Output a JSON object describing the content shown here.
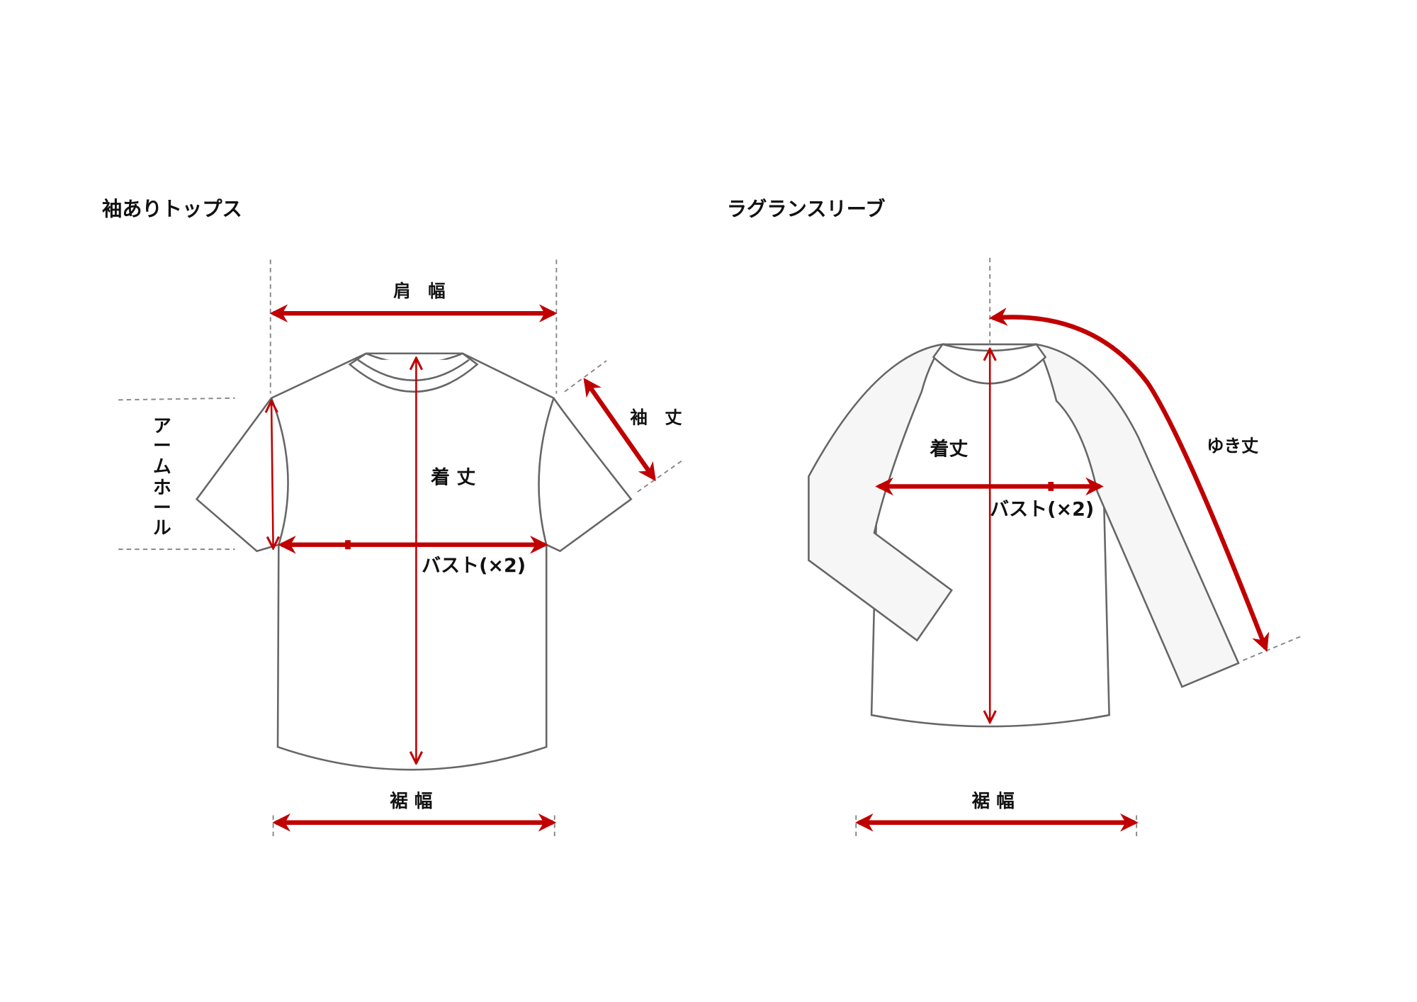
{
  "colors": {
    "accent": "#c00000",
    "outline": "#666666"
  },
  "tshirt": {
    "title": "袖ありトップス",
    "shoulder_width": "肩　幅",
    "sleeve_length": "袖　丈",
    "armhole": [
      "ア",
      "ー",
      "ム",
      "ホ",
      "ー",
      "ル"
    ],
    "length": "着 丈",
    "bust": "バスト(×2)",
    "hem_width": "裾 幅"
  },
  "raglan": {
    "title": "ラグランスリーブ",
    "length": "着丈",
    "bust": "バスト(×2)",
    "yuki_length": "ゆき丈",
    "hem_width": "裾 幅"
  }
}
